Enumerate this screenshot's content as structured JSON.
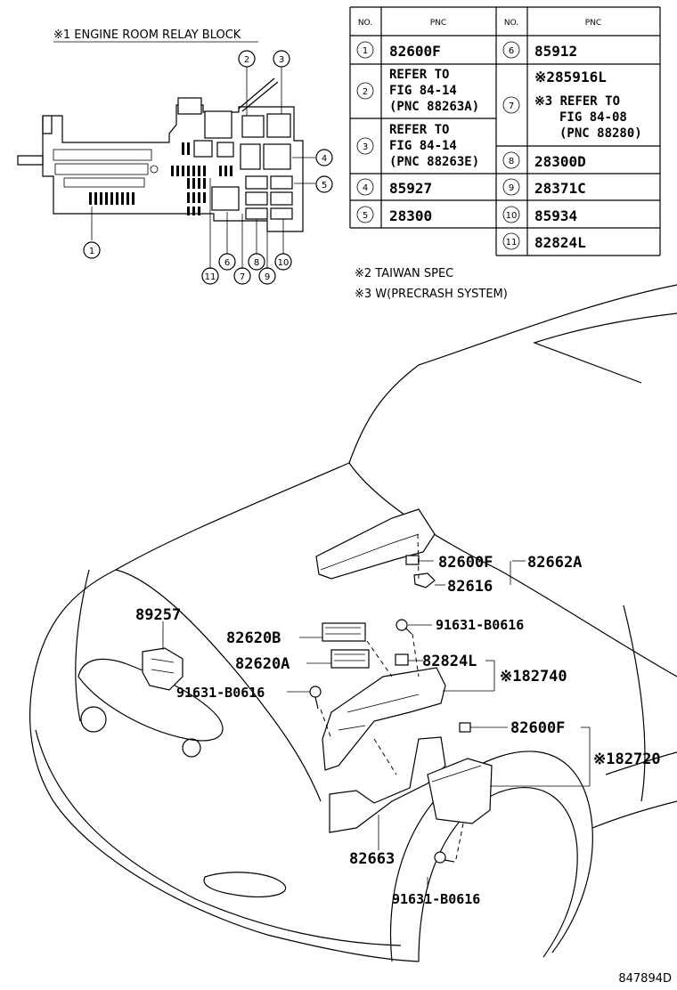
{
  "relay_block": {
    "title": "※1 ENGINE ROOM RELAY BLOCK",
    "callouts": [
      "1",
      "2",
      "3",
      "4",
      "5",
      "6",
      "7",
      "8",
      "9",
      "10",
      "11"
    ]
  },
  "table": {
    "headers": {
      "no": "NO.",
      "pnc": "PNC"
    },
    "left_rows": [
      {
        "no": "1",
        "lines": [
          "82600F"
        ]
      },
      {
        "no": "2",
        "lines": [
          "REFER TO",
          "FIG 84-14",
          "(PNC 88263A)"
        ]
      },
      {
        "no": "3",
        "lines": [
          "REFER TO",
          "FIG 84-14",
          "(PNC 88263E)"
        ]
      },
      {
        "no": "4",
        "lines": [
          "85927"
        ]
      },
      {
        "no": "5",
        "lines": [
          "28300"
        ]
      }
    ],
    "right_rows": [
      {
        "no": "6",
        "lines": [
          "85912"
        ]
      },
      {
        "no": "7",
        "lines": [
          "※285916L",
          "※3 REFER TO",
          "FIG 84-08",
          "(PNC 88280)"
        ]
      },
      {
        "no": "8",
        "lines": [
          "28300D"
        ]
      },
      {
        "no": "9",
        "lines": [
          "28371C"
        ]
      },
      {
        "no": "10",
        "lines": [
          "85934"
        ]
      },
      {
        "no": "11",
        "lines": [
          "82824L"
        ]
      }
    ]
  },
  "notes": [
    "※2 TAIWAN SPEC",
    "※3 W(PRECRASH SYSTEM)"
  ],
  "parts": {
    "p82600F_top": "82600F",
    "p82662A": "82662A",
    "p82616": "82616",
    "p89257": "89257",
    "p91631_top": "91631-B0616",
    "p82620B": "82620B",
    "p82620A": "82620A",
    "p82824L": "82824L",
    "p82740": "※182740",
    "p91631_left": "91631-B0616",
    "p82600F_low": "82600F",
    "p82720": "※182720",
    "p82663": "82663",
    "p91631_bottom": "91631-B0616"
  },
  "figure_id": "847894D"
}
